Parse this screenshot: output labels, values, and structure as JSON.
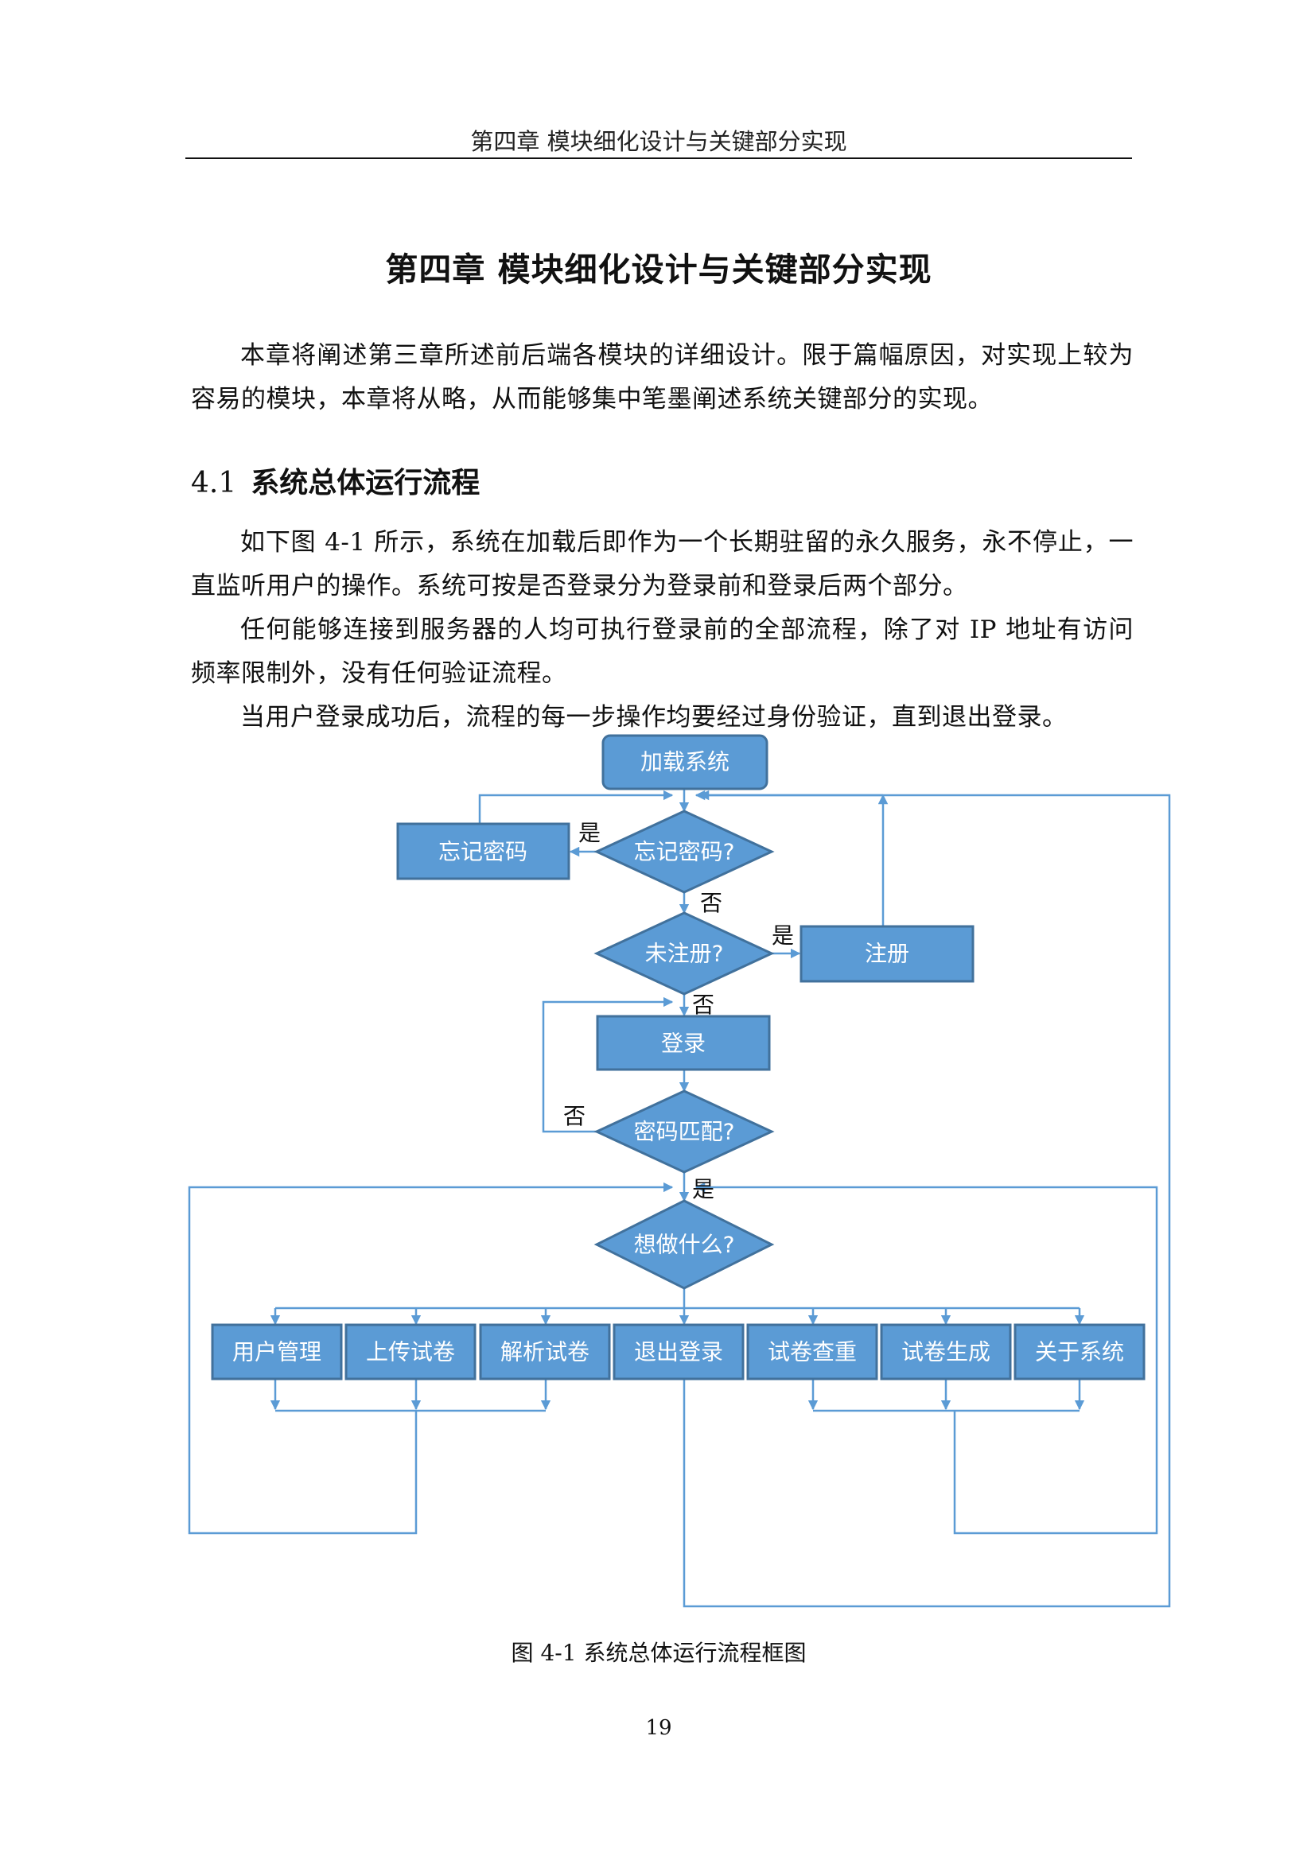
{
  "running_header": "第四章  模块细化设计与关键部分实现",
  "chapter_title": "第四章  模块细化设计与关键部分实现",
  "paragraphs": {
    "intro": "本章将阐述第三章所述前后端各模块的详细设计。限于篇幅原因，对实现上较为容易的模块，本章将从略，从而能够集中笔墨阐述系统关键部分的实现。",
    "p1": "如下图 4-1 所示，系统在加载后即作为一个长期驻留的永久服务，永不停止，一直监听用户的操作。系统可按是否登录分为登录前和登录后两个部分。",
    "p2": "任何能够连接到服务器的人均可执行登录前的全部流程，除了对 IP 地址有访问频率限制外，没有任何验证流程。",
    "p3": "当用户登录成功后，流程的每一步操作均要经过身份验证，直到退出登录。"
  },
  "section": {
    "number": "4.1",
    "title": "系统总体运行流程"
  },
  "flowchart": {
    "colors": {
      "fill": "#5b9bd5",
      "stroke": "#41719c",
      "text": "#ffffff",
      "line": "#5b9bd5"
    },
    "load_system": "加载系统",
    "forgot_password": "忘记密码",
    "forgot_password_q": "忘记密码?",
    "not_registered_q": "未注册?",
    "register": "注册",
    "login": "登录",
    "password_match_q": "密码匹配?",
    "what_to_do_q": "想做什么?",
    "actions": [
      "用户管理",
      "上传试卷",
      "解析试卷",
      "退出登录",
      "试卷查重",
      "试卷生成",
      "关于系统"
    ],
    "labels": {
      "yes": "是",
      "no": "否"
    }
  },
  "figure_caption": "图 4-1  系统总体运行流程框图",
  "page_number": "19"
}
